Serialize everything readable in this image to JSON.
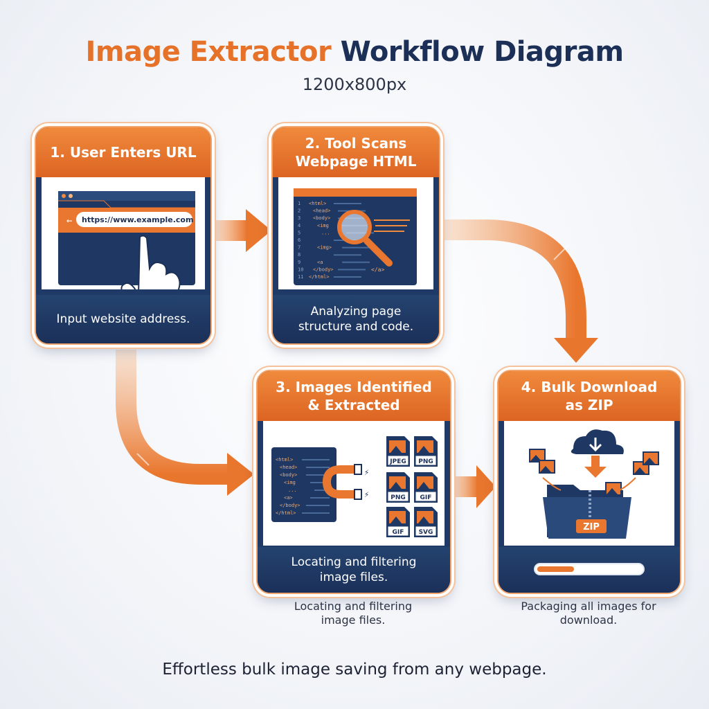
{
  "title": {
    "part1": "Image Extractor",
    "part2": "Workflow Diagram"
  },
  "subtitle": "1200x800px",
  "steps": [
    {
      "title": "1. User Enters URL",
      "url": "https://www.example.com",
      "caption": "Input website address."
    },
    {
      "title": "2. Tool Scans Webpage HTML",
      "caption": "Analyzing page structure and code.",
      "code": [
        "<html>",
        "<head>",
        "<body>",
        "<img",
        "...",
        "",
        "<img>",
        "",
        "<a",
        "</body>",
        "</html>"
      ],
      "line_numbers": [
        "1",
        "2",
        "3",
        "4",
        "5",
        "6",
        "7",
        "8",
        "9",
        "10",
        "11"
      ],
      "tag_end": "</a>"
    },
    {
      "title": "3. Images Identified & Extracted",
      "caption": "Locating and filtering image files.",
      "outer_caption": "Locating and filtering image files.",
      "code": [
        "<html>",
        "<head>",
        "<body>",
        "<img",
        "...",
        "<a>",
        "</body>",
        "</html>"
      ],
      "file_types": [
        "JPEG",
        "PNG",
        "PNG",
        "GIF",
        "GIF",
        "SVG"
      ]
    },
    {
      "title": "4. Bulk Download as ZIP",
      "zip_label": "ZIP",
      "progress": 0.35,
      "outer_caption": "Packaging all images for download."
    }
  ],
  "tagline": "Effortless bulk image saving from any webpage.",
  "colors": {
    "orange": "#e6722a",
    "navy": "#1c2f57"
  }
}
